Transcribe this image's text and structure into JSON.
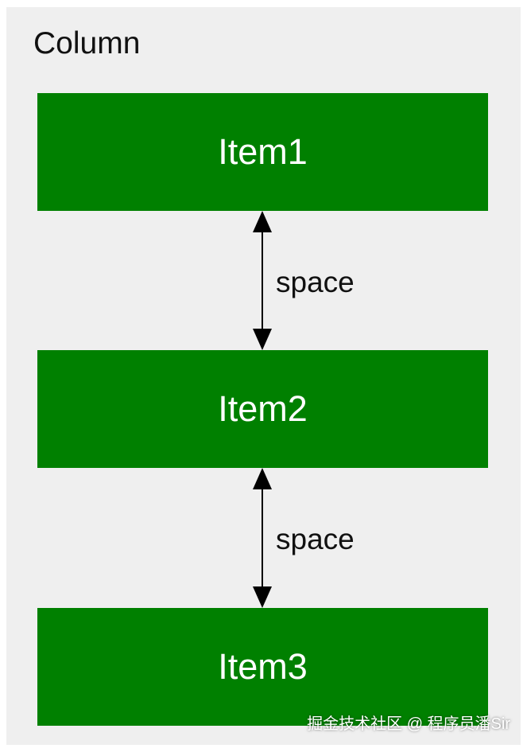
{
  "column": {
    "title": "Column"
  },
  "items": [
    {
      "label": "Item1"
    },
    {
      "label": "Item2"
    },
    {
      "label": "Item3"
    }
  ],
  "gaps": [
    {
      "label": "space"
    },
    {
      "label": "space"
    }
  ],
  "watermark": "掘金技术社区 @ 程序员潘Sir",
  "colors": {
    "item": "#008000",
    "background": "#efefef",
    "arrow": "#000000"
  }
}
